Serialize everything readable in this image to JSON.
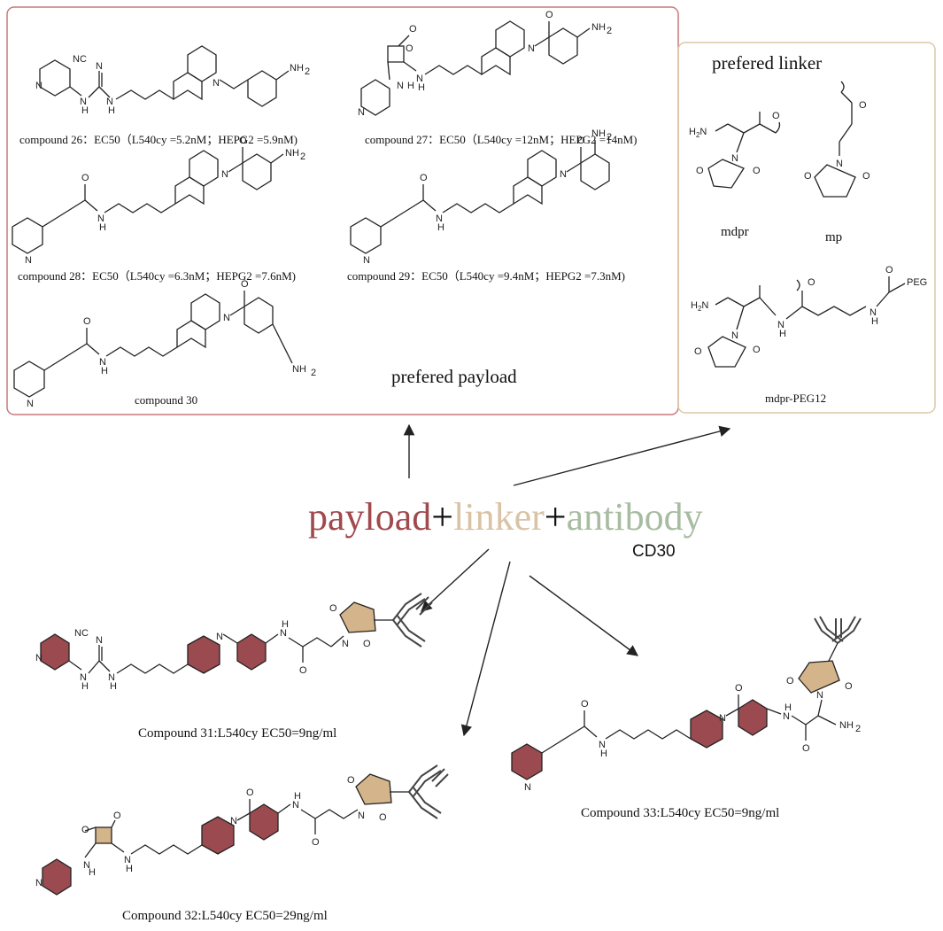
{
  "title_box_payload": "prefered payload",
  "title_box_linker": "prefered linker",
  "formula": {
    "payload": "payload",
    "plus1": "+",
    "linker": "linker",
    "plus2": "+",
    "antibody": "antibody",
    "target": "CD30"
  },
  "colors": {
    "payload": "#a04a4e",
    "linker": "#d9c3a4",
    "antibody": "#a8bca2",
    "payload_box_border": "#c9797c",
    "linker_box_border": "#dcc9a8"
  },
  "payload_compounds": [
    {
      "label": "compound 26：EC50（L540cy =5.2nM；HEPG2 =5.9nM)"
    },
    {
      "label": "compound 27：EC50（L540cy =12nM；HEPG2 =14nM)"
    },
    {
      "label": "compound 28：EC50（L540cy =6.3nM；HEPG2 =7.6nM)"
    },
    {
      "label": "compound 29：EC50（L540cy =9.4nM；HEPG2 =7.3nM)"
    },
    {
      "label": "compound 30"
    }
  ],
  "linkers": [
    {
      "label": "mdpr"
    },
    {
      "label": "mp"
    },
    {
      "label": "mdpr-PEG12"
    }
  ],
  "adc_compounds": [
    {
      "label": "Compound 31:L540cy EC50=9ng/ml"
    },
    {
      "label": "Compound 32:L540cy EC50=29ng/ml"
    },
    {
      "label": "Compound 33:L540cy EC50=9ng/ml"
    }
  ],
  "atoms": {
    "nh2": "NH2",
    "nh": "NH",
    "h": "H",
    "n": "N",
    "o": "O",
    "nc": "NC",
    "peg": "PEG",
    "h2n": "H2N"
  }
}
